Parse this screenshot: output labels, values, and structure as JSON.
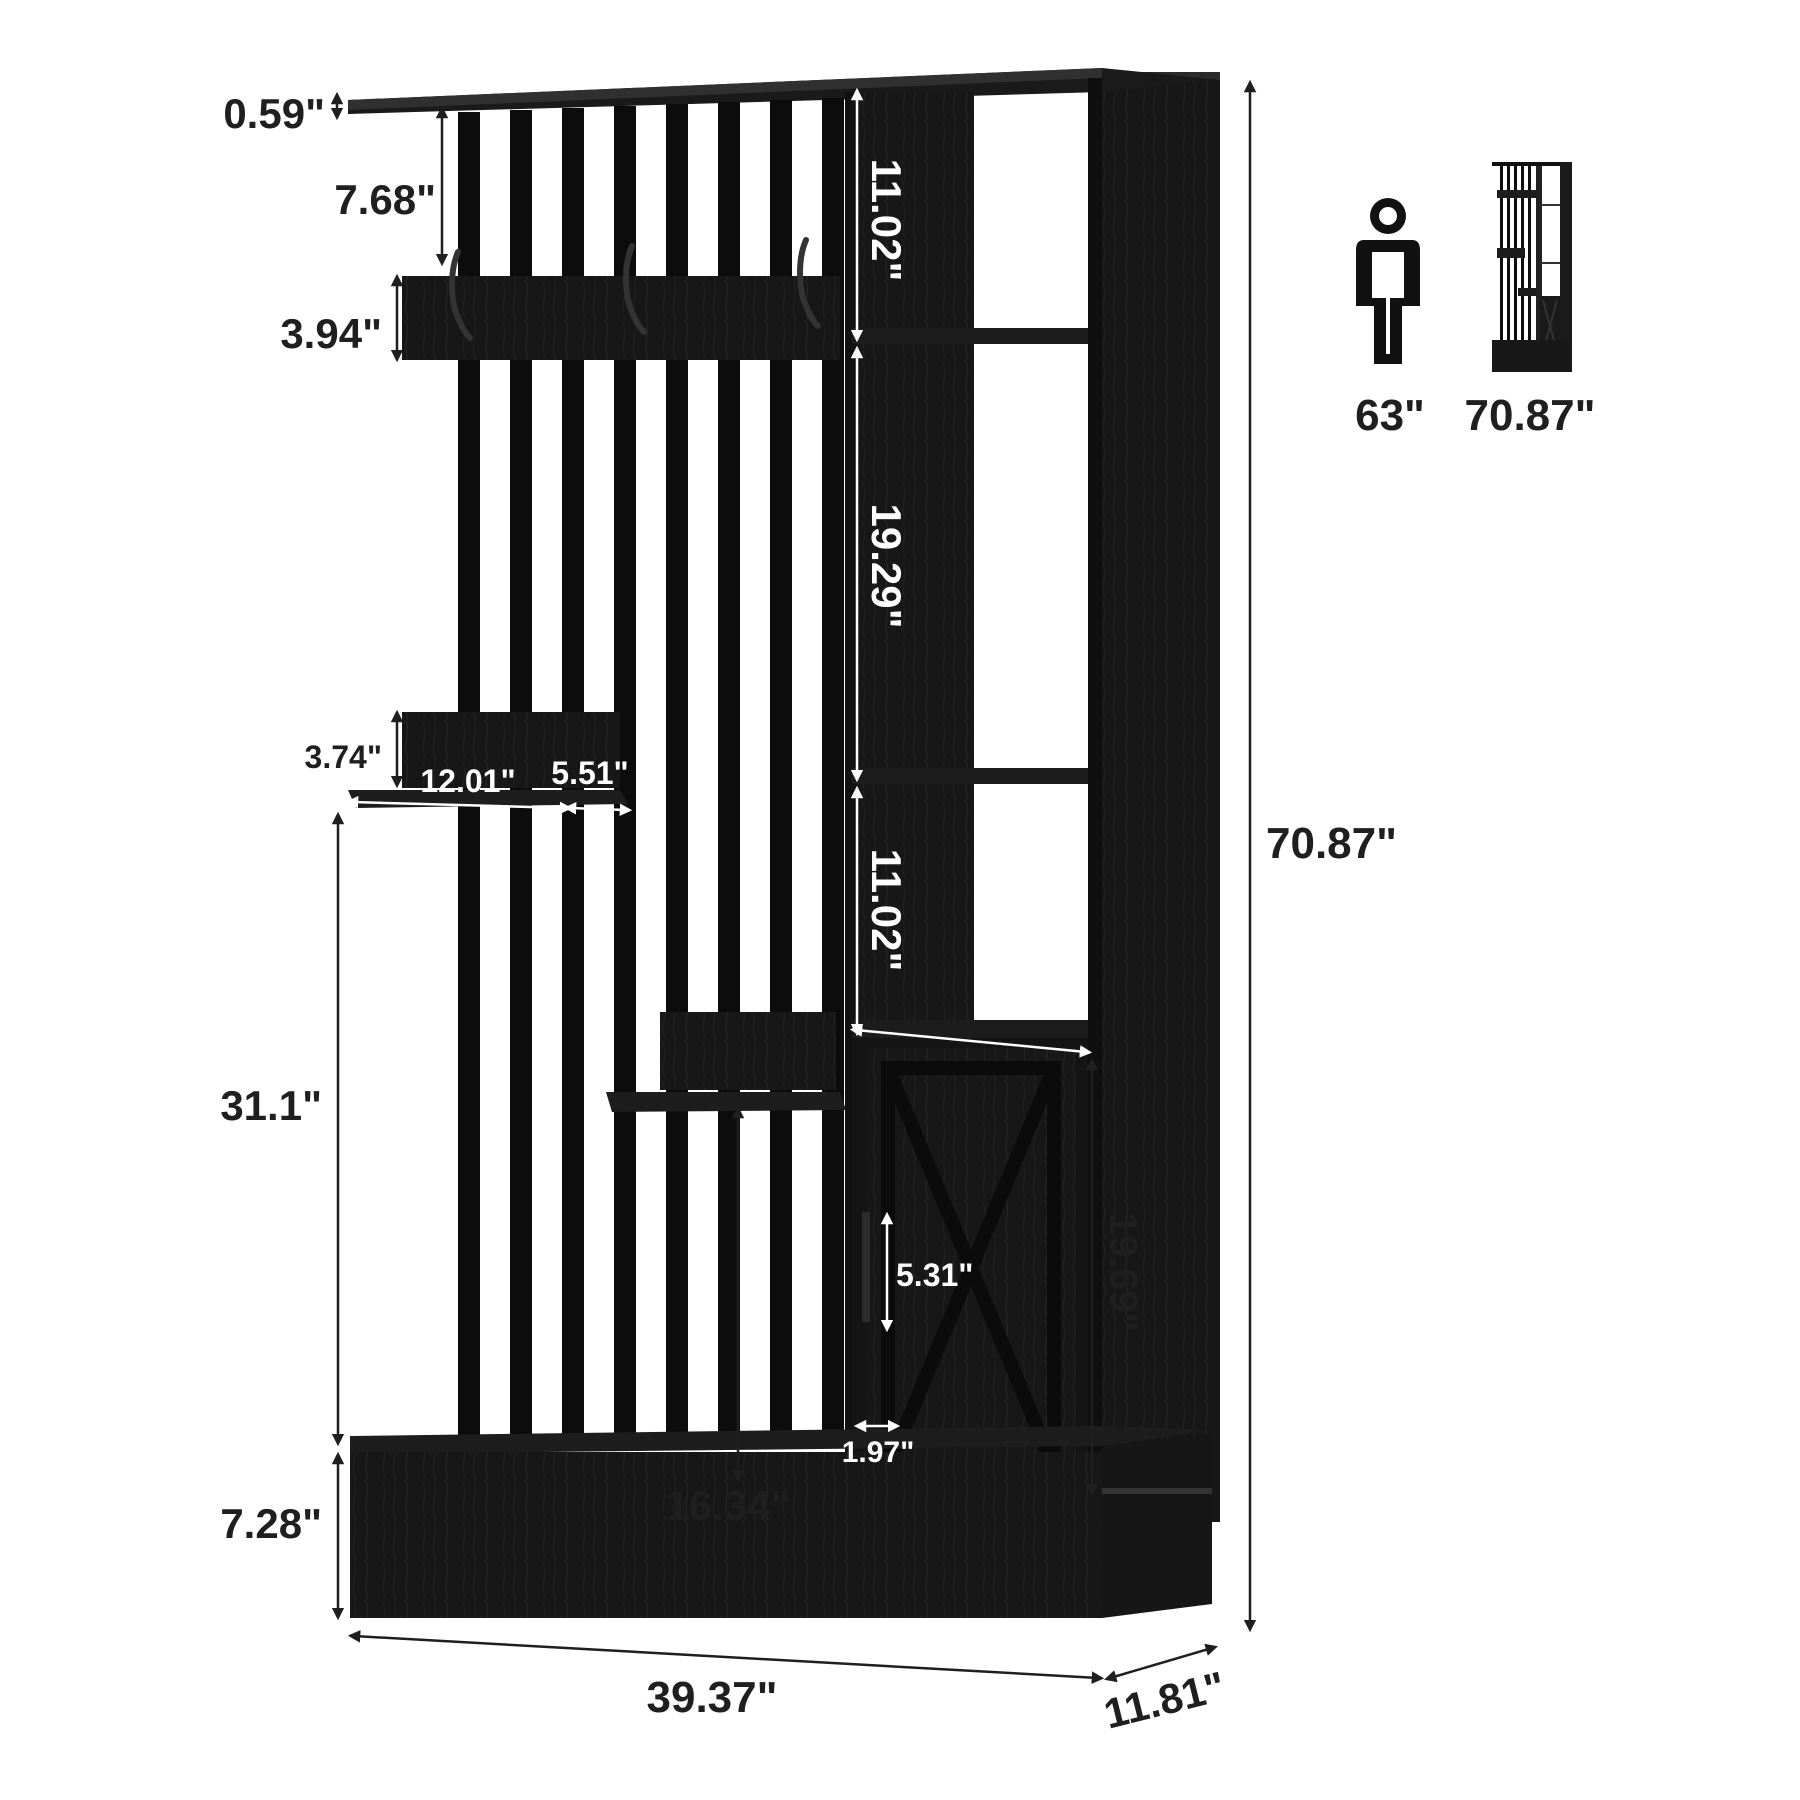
{
  "colors": {
    "wood": "#161616",
    "wood_edge": "#2a2a2a",
    "slat": "#0c0c0c",
    "dim_line": "#1f1f1f",
    "dim_text_on_wood": "#ffffff",
    "background": "#ffffff"
  },
  "dimensions": {
    "top_thickness": "0.59\"",
    "top_to_hook_rail": "7.68\"",
    "hook_rail_height": "3.94\"",
    "shelf_back_height": "3.74\"",
    "shelf_depth_left": "12.01\"",
    "shelf_depth_right": "5.51\"",
    "shelf_to_base": "31.1\"",
    "base_height": "7.28\"",
    "total_width": "39.37\"",
    "total_depth": "11.81\"",
    "total_height": "70.87\"",
    "cube_top": "11.02\"",
    "cube_middle": "19.29\"",
    "cube_lower": "11.02\"",
    "cabinet_height": "19.69\"",
    "handle_length": "5.31\"",
    "door_frame": "1.97\"",
    "slat_section_width": "16.34\""
  },
  "scale_reference": {
    "person_height": "63\"",
    "unit_height": "70.87\"",
    "person_icon": "person-silhouette-icon",
    "unit_icon": "hall-tree-thumbnail-icon"
  }
}
